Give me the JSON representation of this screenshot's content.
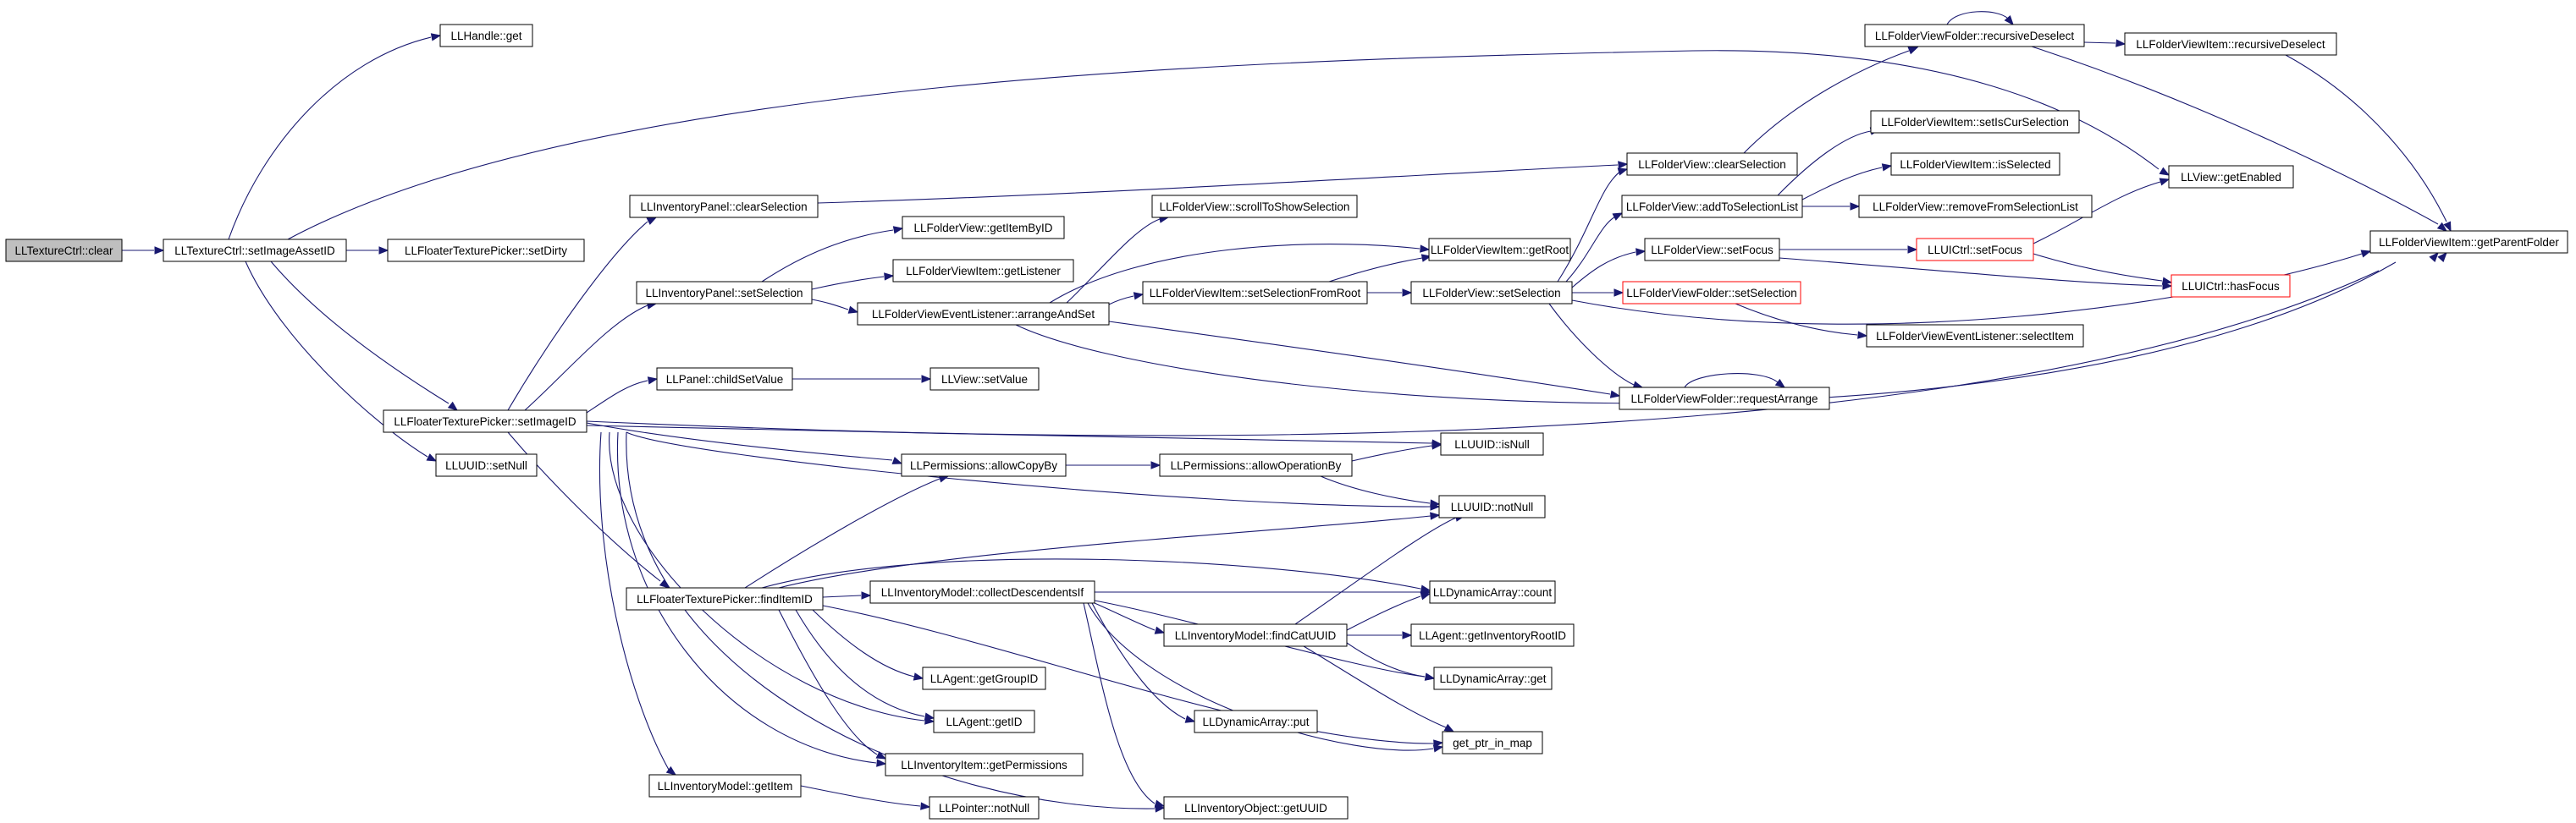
{
  "graph": {
    "edge_color": "#191970",
    "nodes": {
      "n0": {
        "label": "LLTextureCtrl::clear",
        "style": "root"
      },
      "n1": {
        "label": "LLTextureCtrl::setImageAssetID"
      },
      "n2": {
        "label": "LLHandle::get"
      },
      "n3": {
        "label": "LLFloaterTexturePicker::setDirty"
      },
      "n4": {
        "label": "LLFloaterTexturePicker::setImageID"
      },
      "n5": {
        "label": "LLUUID::setNull"
      },
      "n6": {
        "label": "LLInventoryPanel::clearSelection"
      },
      "n7": {
        "label": "LLInventoryPanel::setSelection"
      },
      "n8": {
        "label": "LLPanel::childSetValue"
      },
      "n9": {
        "label": "LLPermissions::allowCopyBy"
      },
      "n10": {
        "label": "LLFloaterTexturePicker::findItemID"
      },
      "n11": {
        "label": "LLInventoryModel::getItem"
      },
      "n12": {
        "label": "LLFolderView::getItemByID"
      },
      "n13": {
        "label": "LLFolderViewItem::getListener"
      },
      "n14": {
        "label": "LLFolderViewEventListener::arrangeAndSet"
      },
      "n15": {
        "label": "LLView::setValue"
      },
      "n16": {
        "label": "LLPermissions::allowOperationBy"
      },
      "n17": {
        "label": "LLInventoryModel::collectDescendentsIf"
      },
      "n18": {
        "label": "LLAgent::getGroupID"
      },
      "n19": {
        "label": "LLAgent::getID"
      },
      "n20": {
        "label": "LLInventoryItem::getPermissions"
      },
      "n21": {
        "label": "LLPointer::notNull"
      },
      "n22": {
        "label": "LLFolderView::scrollToShowSelection"
      },
      "n23": {
        "label": "LLFolderViewItem::setSelectionFromRoot"
      },
      "n24": {
        "label": "LLInventoryModel::findCatUUID"
      },
      "n25": {
        "label": "LLDynamicArray::put"
      },
      "n26": {
        "label": "LLInventoryObject::getUUID"
      },
      "n27": {
        "label": "LLFolderView::clearSelection"
      },
      "n28": {
        "label": "LLFolderView::addToSelectionList"
      },
      "n29": {
        "label": "LLFolderViewItem::getRoot"
      },
      "n30": {
        "label": "LLFolderView::setFocus"
      },
      "n31": {
        "label": "LLFolderView::setSelection"
      },
      "n32": {
        "label": "LLFolderViewFolder::requestArrange"
      },
      "n33": {
        "label": "LLUUID::isNull"
      },
      "n34": {
        "label": "LLUUID::notNull"
      },
      "n35": {
        "label": "LLDynamicArray::count"
      },
      "n36": {
        "label": "LLAgent::getInventoryRootID"
      },
      "n37": {
        "label": "LLDynamicArray::get"
      },
      "n38": {
        "label": "get_ptr_in_map"
      },
      "n39": {
        "label": "LLFolderViewFolder::recursiveDeselect"
      },
      "n40": {
        "label": "LLFolderViewItem::setIsCurSelection"
      },
      "n41": {
        "label": "LLFolderViewItem::isSelected"
      },
      "n42": {
        "label": "LLFolderView::removeFromSelectionList"
      },
      "n43": {
        "label": "LLUICtrl::setFocus",
        "style": "red"
      },
      "n44": {
        "label": "LLFolderViewFolder::setSelection",
        "style": "red"
      },
      "n45": {
        "label": "LLFolderViewEventListener::selectItem"
      },
      "n46": {
        "label": "LLFolderViewItem::recursiveDeselect"
      },
      "n47": {
        "label": "LLView::getEnabled"
      },
      "n48": {
        "label": "LLUICtrl::hasFocus",
        "style": "red"
      },
      "n49": {
        "label": "LLFolderViewItem::getParentFolder"
      }
    }
  }
}
